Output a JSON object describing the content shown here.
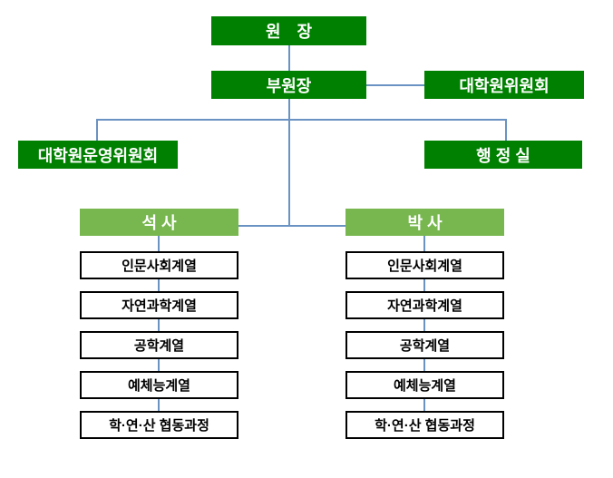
{
  "nodes": {
    "director": "원　장",
    "vice_director": "부원장",
    "graduate_committee": "대학원위원회",
    "operating_committee": "대학원운영위원회",
    "admin_office": "행 정 실",
    "masters": "석 사",
    "doctorate": "박 사"
  },
  "masters_tracks": [
    "인문사회계열",
    "자연과학계열",
    "공학계열",
    "예체능계열",
    "학·연·산 협동과정"
  ],
  "doctorate_tracks": [
    "인문사회계열",
    "자연과학계열",
    "공학계열",
    "예체능계열",
    "학·연·산 협동과정"
  ],
  "colors": {
    "dark_green": "#008000",
    "light_green": "#78B750",
    "connector_blue": "#6A92C2",
    "box_border": "#000000",
    "box_text_white": "#ffffff",
    "box_text_black": "#000000"
  }
}
